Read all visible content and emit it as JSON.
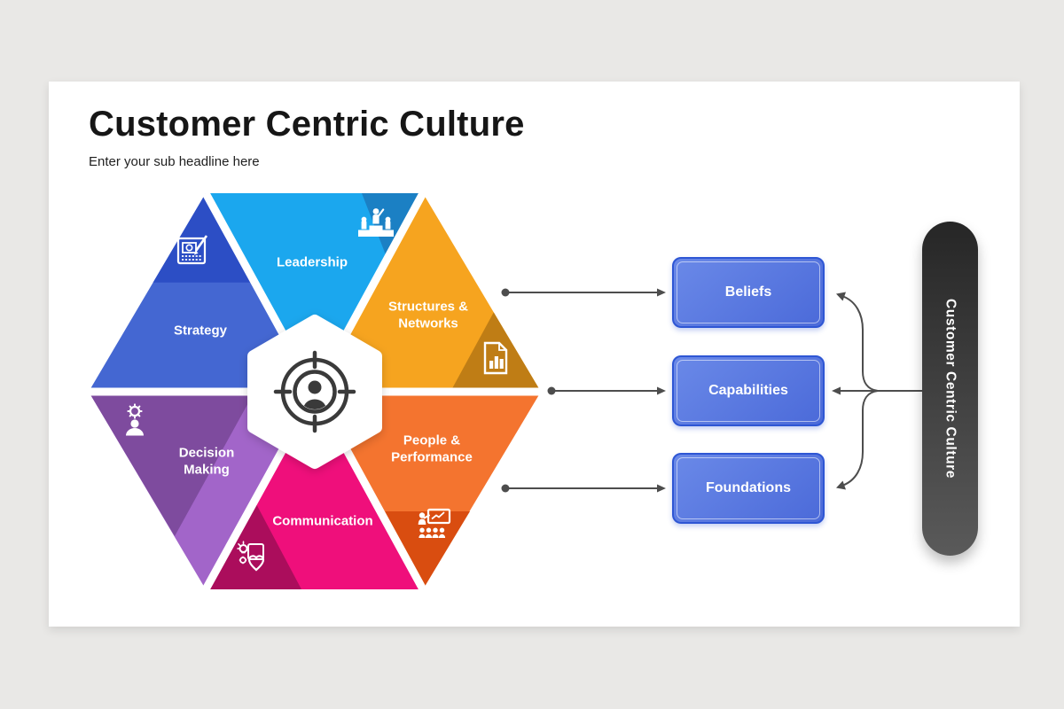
{
  "palette": {
    "page-bg": "#e9e8e6",
    "slide-bg": "#ffffff",
    "title-color": "#161616",
    "connector": "#4d4d4d",
    "box-border": "#2e56d4",
    "box-fill-top": "#6a89e8",
    "box-fill-bottom": "#4b6ad9",
    "pill-top": "#262626",
    "pill-bottom": "#5a5a5a"
  },
  "header": {
    "title": "Customer Centric Culture",
    "subtitle": "Enter your sub headline here"
  },
  "hexagon": {
    "center_icon": "customer-target-icon",
    "center_color": "#3a3a3a",
    "segments": [
      {
        "label": "Strategy",
        "color": "#4467d2",
        "accent": "#2c4ec5",
        "icon": "calculator-pencil-icon"
      },
      {
        "label": "Leadership",
        "color": "#1ba7ee",
        "accent": "#1b80c4",
        "icon": "winners-podium-icon"
      },
      {
        "label": "Structures & Networks",
        "color": "#f6a41f",
        "accent": "#bf7d15",
        "icon": "document-bar-chart-icon"
      },
      {
        "label": "Decision Making",
        "color": "#a265c9",
        "accent": "#7e4b9e",
        "icon": "person-gear-icon"
      },
      {
        "label": "Communication",
        "color": "#ef0f7b",
        "accent": "#ab0d5c",
        "icon": "idea-heart-icon"
      },
      {
        "label": "People & Performance",
        "color": "#f4742f",
        "accent": "#d94d10",
        "icon": "presenter-audience-icon"
      }
    ]
  },
  "pillars": [
    {
      "label": "Beliefs"
    },
    {
      "label": "Capabilities"
    },
    {
      "label": "Foundations"
    }
  ],
  "side_label": {
    "label": "Customer Centric Culture"
  }
}
